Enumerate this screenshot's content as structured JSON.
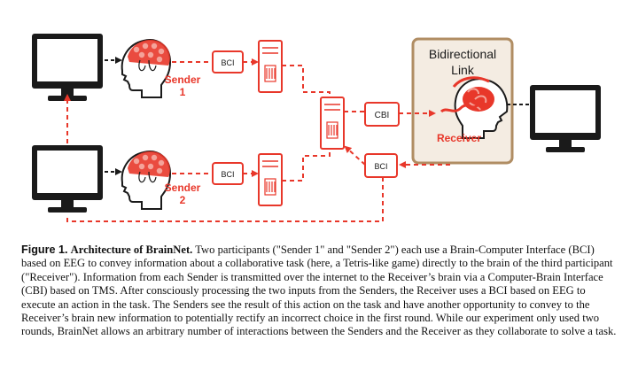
{
  "diagram": {
    "colors": {
      "red": "#e8372a",
      "red_light": "#f4a39a",
      "link_box_fill": "#f4ece2",
      "link_box_stroke": "#b08d63",
      "monitor": "#1a1a1a"
    },
    "sender1": {
      "name": "Sender",
      "number": "1"
    },
    "sender2": {
      "name": "Sender",
      "number": "2"
    },
    "bci_label": "BCI",
    "cbi_label": "CBI",
    "receiver_label": "Receiver",
    "link_title_line1": "Bidirectional",
    "link_title_line2": "Link",
    "icons": [
      "monitor-icon",
      "head-icon",
      "computer-tower-icon",
      "server-icon",
      "brain-icon"
    ]
  },
  "caption": {
    "label": "Figure 1.",
    "title": "Architecture of BrainNet.",
    "text": " Two participants (\"Sender 1\" and \"Sender 2\") each use a Brain-Computer Interface (BCI) based on EEG to convey information about a collaborative task (here, a Tetris-like game) directly to the brain of the third participant (\"Receiver\"). Information from each Sender is transmitted over the internet to the Receiver’s brain via a Computer-Brain Interface (CBI) based on TMS. After consciously processing the two inputs from the Senders, the Receiver uses a BCI based on EEG to execute an action in the task. The Senders see the result of this action on the task and have another opportunity to convey to the Receiver’s brain new information to potentially rectify an incorrect choice in the first round. While our experiment only used two rounds, BrainNet allows an arbitrary number of interactions between the Senders and the Receiver as they collaborate to solve a task."
  }
}
